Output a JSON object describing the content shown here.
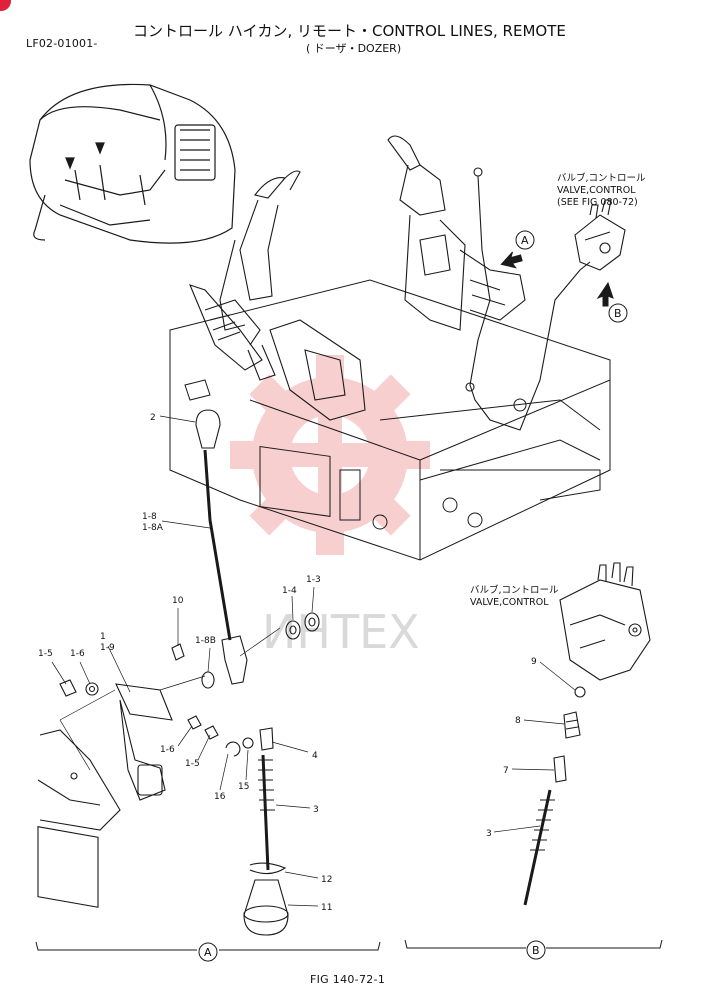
{
  "header": {
    "code": "LF02-01001-",
    "title": "コントロール ハイカン, リモート・CONTROL LINES, REMOTE",
    "subtitle": "( ドーザ・DOZER)"
  },
  "figure_number": "FIG 140-72-1",
  "watermark": {
    "text": "ИНТЕХ",
    "color": "#f2a9a9"
  },
  "callouts": {
    "valve_control_ref_jp": "バルブ,コントロール",
    "valve_control_ref_en": "VALVE,CONTROL",
    "valve_control_ref_see": "(SEE FIG 080-72)",
    "valve_control_jp": "バルブ,コントロール",
    "valve_control_en": "VALVE,CONTROL"
  },
  "view_markers": {
    "a": "A",
    "b": "B"
  },
  "part_labels": {
    "p2": "2",
    "p1_8": "1-8",
    "p1_8a": "1-8A",
    "p10": "10",
    "p1": "1",
    "p1_9": "1-9",
    "p1_8b": "1-8B",
    "p1_4": "1-4",
    "p1_3": "1-3",
    "p1_5_top": "1-5",
    "p1_6_top": "1-6",
    "p1_6_bot": "1-6",
    "p1_5_bot": "1-5",
    "p16": "16",
    "p15": "15",
    "p4": "4",
    "p3_a": "3",
    "p12": "12",
    "p11": "11",
    "p9": "9",
    "p8": "8",
    "p7": "7",
    "p3_b": "3"
  },
  "colors": {
    "line": "#1a1a1a",
    "accent": "#e0213b",
    "watermark": "#f2a9a9"
  }
}
